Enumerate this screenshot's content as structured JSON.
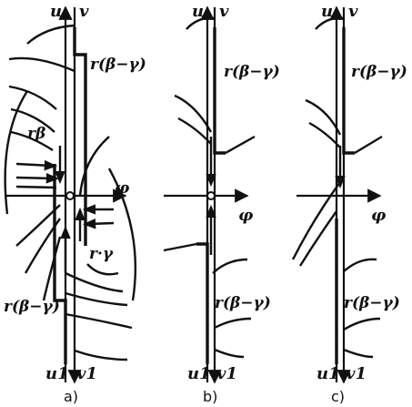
{
  "panels": [
    {
      "id": "a",
      "caption": "a)",
      "axis_top_left": "u",
      "axis_top_right": "v",
      "axis_bottom_left": "u1",
      "axis_bottom_right": "v1",
      "axis_horizontal": "φ",
      "label_upper": "r(β−γ)",
      "label_lower": "r(β−γ)",
      "label_beta": "rβ",
      "label_gamma": "r·γ"
    },
    {
      "id": "b",
      "caption": "b)",
      "axis_top_left": "u",
      "axis_top_right": "v",
      "axis_bottom_left": "u1",
      "axis_bottom_right": "v1",
      "axis_horizontal": "φ",
      "label_upper": "r(β−γ)",
      "label_lower": "r(β−γ)"
    },
    {
      "id": "c",
      "caption": "c)",
      "axis_top_left": "u",
      "axis_top_right": "v",
      "axis_bottom_left": "u1",
      "axis_bottom_right": "v1",
      "axis_horizontal": "φ",
      "label_upper": "r(β−γ)",
      "label_lower": "r(β−γ)"
    }
  ]
}
